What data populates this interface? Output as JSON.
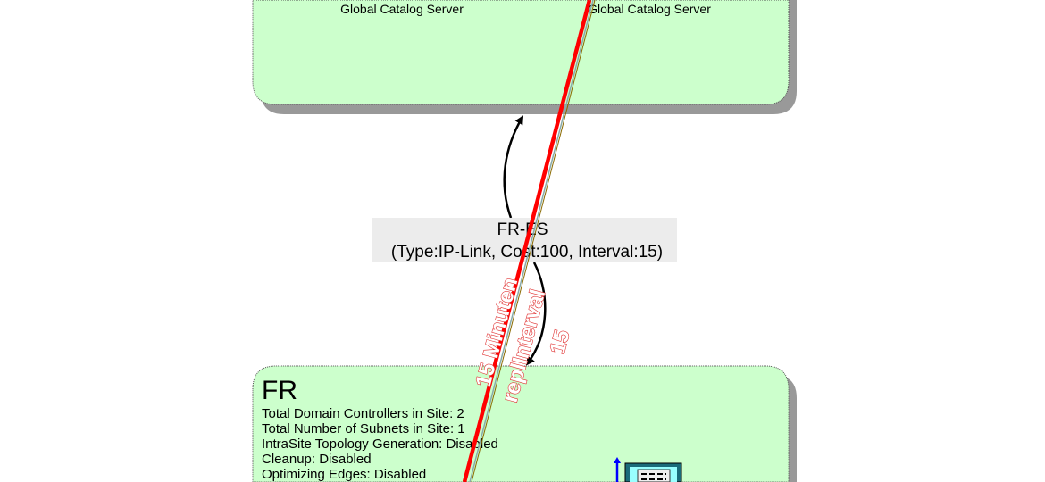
{
  "top_site": {
    "servers": [
      "Global Catalog Server",
      "Global Catalog Server"
    ]
  },
  "site_link": {
    "name": "FR-ES",
    "details": "(Type:IP-Link, Cost:100, Interval:15)"
  },
  "replication": {
    "label1": "15 Minuten",
    "label2": "replInterval",
    "label3": "15"
  },
  "bottom_site": {
    "name": "FR",
    "properties": [
      "Total Domain Controllers in Site: 2",
      "Total Number of Subnets in Site: 1",
      "IntraSite Topology Generation: Disabled",
      "Cleanup: Disabled",
      "Optimizing Edges: Disabled"
    ]
  },
  "colors": {
    "site_fill": "#ccffcc",
    "shadow": "#999999",
    "replication_line": "#ff0000",
    "link_label_bg": "#ececec"
  }
}
